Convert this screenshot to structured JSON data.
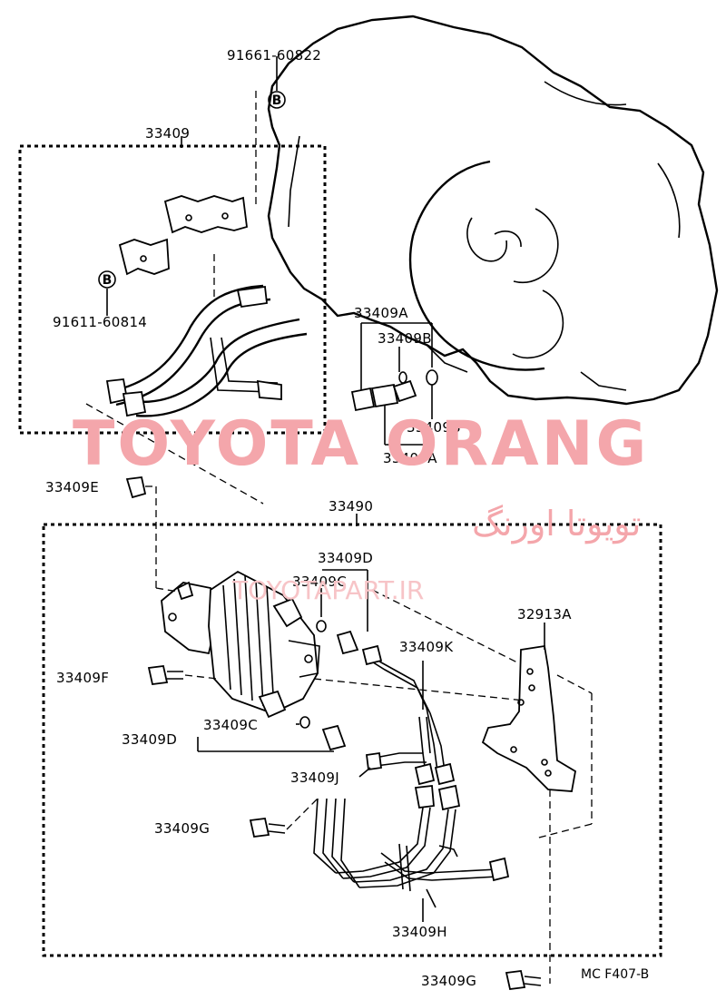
{
  "diagram": {
    "labels": {
      "p91661": "91661-60822",
      "p33409": "33409",
      "p91611": "91611-60814",
      "p33409A_top": "33409A",
      "p33409B_top": "33409B",
      "p33409B_bot": "33409B",
      "p33409A_bot": "33409A",
      "p33409E": "33409E",
      "p33490": "33490",
      "p33409D_top": "33409D",
      "p33409C_top": "33409C",
      "p32913A": "32913A",
      "p33409K": "33409K",
      "p33409F": "33409F",
      "p33409D_left": "33409D",
      "p33409C_mid": "33409C",
      "p33409J": "33409J",
      "p33409G_left": "33409G",
      "p33409H": "33409H",
      "p33409G_bottom": "33409G",
      "bolt_marker_1": "B",
      "bolt_marker_2": "B"
    },
    "caption": "MC F407-B",
    "watermark": {
      "brand_en": "TOYOTA ORANG",
      "brand_fa": "تویوتا اورنگ",
      "url": "TOYOTAPART.IR"
    }
  }
}
